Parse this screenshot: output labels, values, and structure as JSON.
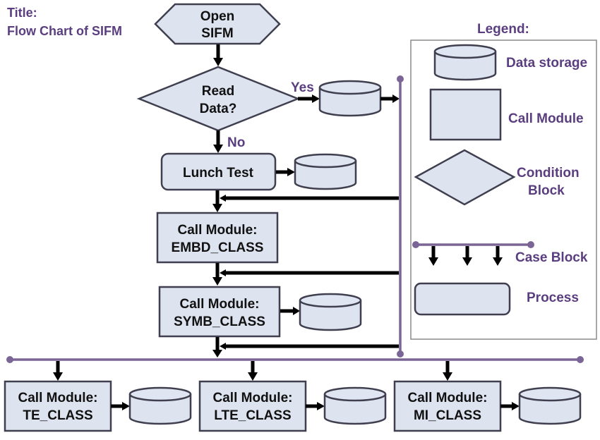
{
  "title": {
    "label": "Title:",
    "text": "Flow Chart of SIFM"
  },
  "nodes": {
    "start": {
      "line1": "Open",
      "line2": "SIFM"
    },
    "decision": {
      "line1": "Read",
      "line2": "Data?",
      "yes": "Yes",
      "no": "No"
    },
    "lunch_test": {
      "label": "Lunch Test"
    },
    "embd": {
      "line1": "Call Module:",
      "line2": "EMBD_CLASS"
    },
    "symb": {
      "line1": "Call Module:",
      "line2": "SYMB_CLASS"
    },
    "te": {
      "line1": "Call Module:",
      "line2": "TE_CLASS"
    },
    "lte": {
      "line1": "Call Module:",
      "line2": "LTE_CLASS"
    },
    "mi": {
      "line1": "Call Module:",
      "line2": "MI_CLASS"
    }
  },
  "legend": {
    "heading": "Legend:",
    "items": [
      {
        "shape": "cylinder",
        "label": "Data storage"
      },
      {
        "shape": "rectangle",
        "label": "Call Module"
      },
      {
        "shape": "diamond",
        "line1": "Condition",
        "line2": "Block"
      },
      {
        "shape": "case-bus",
        "label": "Case Block"
      },
      {
        "shape": "rounded-rectangle",
        "label": "Process"
      }
    ]
  },
  "colors": {
    "shape_fill": "#dde3ef",
    "shape_stroke": "#3f3f4f",
    "bus": "#7a6596",
    "label_purple": "#5a3e80",
    "arrow": "#000000"
  }
}
